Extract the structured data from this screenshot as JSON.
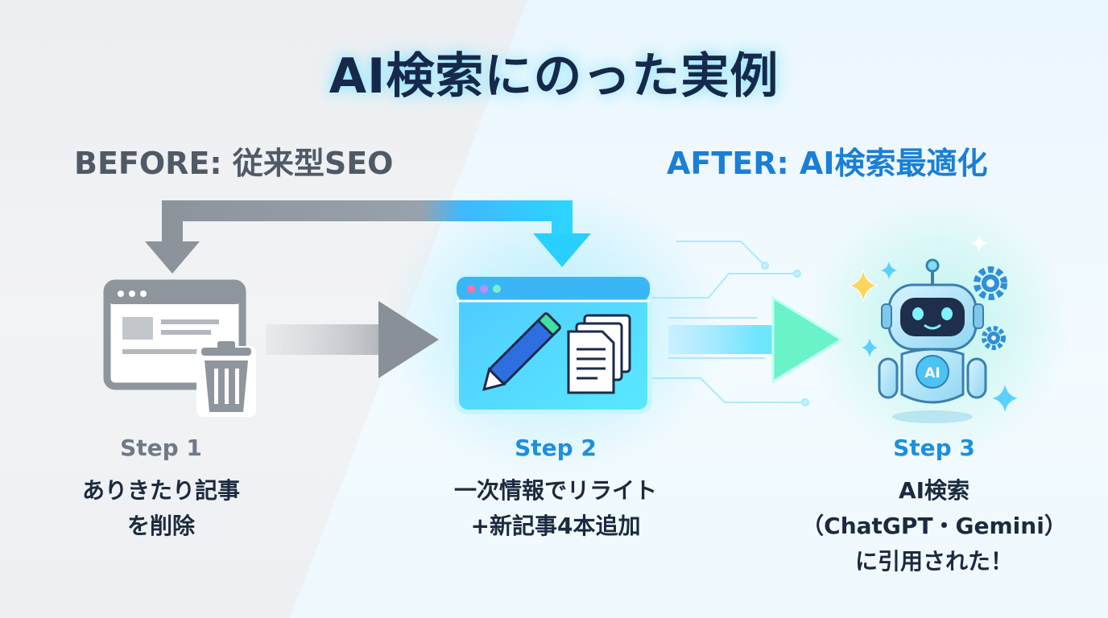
{
  "title": "AI検索にのった実例",
  "before_label": "BEFORE: 従来型SEO",
  "after_label": "AFTER: AI検索最適化",
  "steps": [
    {
      "number": "Step 1",
      "lines": [
        "ありきたり記事",
        "を削除"
      ]
    },
    {
      "number": "Step 2",
      "lines": [
        "一次情報でリライト",
        "+新記事4本追加"
      ]
    },
    {
      "number": "Step 3",
      "lines": [
        "AI検索",
        "（ChatGPT・Gemini）",
        "に引用された！"
      ]
    }
  ],
  "robot_badge": "AI",
  "icons": {
    "step1": [
      "browser-window-icon",
      "trash-can-icon"
    ],
    "step2": [
      "browser-window-icon",
      "pen-icon",
      "documents-icon"
    ],
    "step3": [
      "robot-icon",
      "gear-icon",
      "sparkle-icon"
    ]
  },
  "colors": {
    "title": "#16294a",
    "before_label": "#505a66",
    "after_label": "#1a7fd6",
    "step_before": "#707a86",
    "step_after": "#1c8fe0",
    "arrow_gray": "#8c939b",
    "accent_cyan": "#38d8ff",
    "accent_green": "#3fe3a6"
  }
}
